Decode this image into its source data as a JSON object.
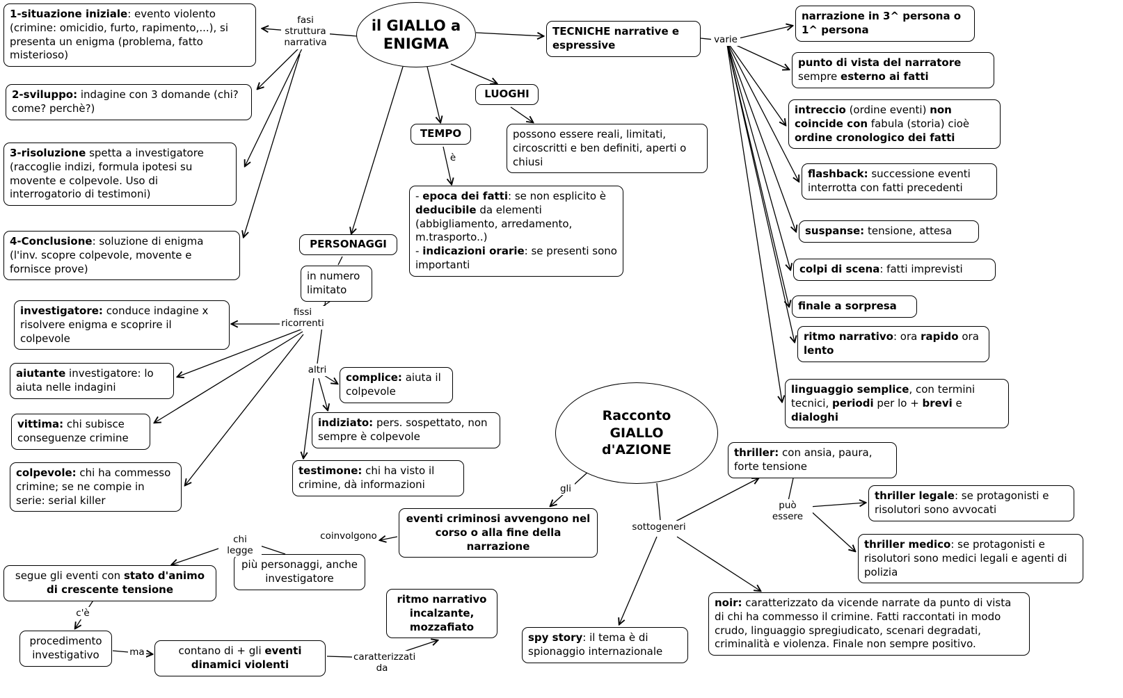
{
  "nodes": {
    "giallo": {
      "segments": [
        {
          "t": "il GIALLO a\nENIGMA",
          "b": true
        }
      ]
    },
    "fase1": {
      "segments": [
        {
          "t": "1-situazione iniziale",
          "b": true
        },
        {
          "t": ": evento violento (crimine: omicidio, furto, rapimento,...), si presenta un enigma (problema, fatto misterioso)",
          "b": false
        }
      ]
    },
    "fase2": {
      "segments": [
        {
          "t": "2-sviluppo:",
          "b": true
        },
        {
          "t": " indagine con 3 domande (chi? come? perchè?)",
          "b": false
        }
      ]
    },
    "fase3": {
      "segments": [
        {
          "t": "3-risoluzione",
          "b": true
        },
        {
          "t": " spetta a investigatore (raccoglie indizi, formula ipotesi su movente e colpevole. Uso di interrogatorio di testimoni)",
          "b": false
        }
      ]
    },
    "fase4": {
      "segments": [
        {
          "t": "4-Conclusione",
          "b": true
        },
        {
          "t": ": soluzione di enigma (l'inv. scopre colpevole, movente e fornisce prove)",
          "b": false
        }
      ]
    },
    "tecniche": {
      "segments": [
        {
          "t": "TECNICHE narrative e espressive",
          "b": true
        }
      ]
    },
    "narrazione": {
      "segments": [
        {
          "t": "narrazione in 3^ persona o 1^ persona",
          "b": true
        }
      ]
    },
    "punto_vista": {
      "segments": [
        {
          "t": "punto di vista del narratore",
          "b": true
        },
        {
          "t": " sempre ",
          "b": false
        },
        {
          "t": "esterno ai fatti",
          "b": true
        }
      ]
    },
    "intreccio": {
      "segments": [
        {
          "t": "intreccio",
          "b": true
        },
        {
          "t": " (ordine eventi) ",
          "b": false
        },
        {
          "t": "non coincide con",
          "b": true
        },
        {
          "t": " fabula (storia) cioè ",
          "b": false
        },
        {
          "t": "ordine cronologico dei fatti",
          "b": true
        }
      ]
    },
    "flashback": {
      "segments": [
        {
          "t": "flashback:",
          "b": true
        },
        {
          "t": " successione eventi interrotta con fatti precedenti",
          "b": false
        }
      ]
    },
    "suspanse": {
      "segments": [
        {
          "t": "suspanse:",
          "b": true
        },
        {
          "t": " tensione, attesa",
          "b": false
        }
      ]
    },
    "colpi_scena": {
      "segments": [
        {
          "t": "colpi di scena",
          "b": true
        },
        {
          "t": ": fatti imprevisti",
          "b": false
        }
      ]
    },
    "finale": {
      "segments": [
        {
          "t": "finale a sorpresa",
          "b": true
        }
      ]
    },
    "ritmo_narrativo": {
      "segments": [
        {
          "t": "ritmo narrativo",
          "b": true
        },
        {
          "t": ": ora ",
          "b": false
        },
        {
          "t": "rapido",
          "b": true
        },
        {
          "t": " ora ",
          "b": false
        },
        {
          "t": "lento",
          "b": true
        }
      ]
    },
    "linguaggio": {
      "segments": [
        {
          "t": "linguaggio semplice",
          "b": true
        },
        {
          "t": ", con termini tecnici, ",
          "b": false
        },
        {
          "t": "periodi",
          "b": true
        },
        {
          "t": " per lo + ",
          "b": false
        },
        {
          "t": "brevi",
          "b": true
        },
        {
          "t": " e ",
          "b": false
        },
        {
          "t": "dialoghi",
          "b": true
        }
      ]
    },
    "luoghi": {
      "segments": [
        {
          "t": "LUOGHI",
          "b": true
        }
      ]
    },
    "luoghi_desc": {
      "segments": [
        {
          "t": "possono essere reali, limitati, circoscritti e ben definiti, aperti o chiusi",
          "b": false
        }
      ]
    },
    "tempo": {
      "segments": [
        {
          "t": "TEMPO",
          "b": true
        }
      ]
    },
    "tempo_desc": {
      "segments": [
        {
          "t": "- ",
          "b": false
        },
        {
          "t": "epoca dei fatti",
          "b": true
        },
        {
          "t": ": se non esplicito  è ",
          "b": false
        },
        {
          "t": "deducibile",
          "b": true
        },
        {
          "t": " da elementi (abbigliamento, arredamento, m.trasporto..)\n- ",
          "b": false
        },
        {
          "t": "indicazioni orarie",
          "b": true
        },
        {
          "t": ": se presenti sono importanti",
          "b": false
        }
      ]
    },
    "personaggi": {
      "segments": [
        {
          "t": "PERSONAGGI",
          "b": true
        }
      ]
    },
    "in_numero": {
      "segments": [
        {
          "t": "in numero limitato",
          "b": false
        }
      ]
    },
    "investigatore": {
      "segments": [
        {
          "t": "investigatore:",
          "b": true
        },
        {
          "t": " conduce indagine x risolvere enigma e scoprire il colpevole",
          "b": false
        }
      ]
    },
    "aiutante": {
      "segments": [
        {
          "t": "aiutante",
          "b": true
        },
        {
          "t": " investigatore: lo aiuta nelle indagini",
          "b": false
        }
      ]
    },
    "vittima": {
      "segments": [
        {
          "t": "vittima:",
          "b": true
        },
        {
          "t": " chi subisce conseguenze crimine",
          "b": false
        }
      ]
    },
    "colpevole": {
      "segments": [
        {
          "t": "colpevole:",
          "b": true
        },
        {
          "t": " chi ha commesso crimine; se ne compie in serie: serial killer",
          "b": false
        }
      ]
    },
    "complice": {
      "segments": [
        {
          "t": "complice:",
          "b": true
        },
        {
          "t": " aiuta il colpevole",
          "b": false
        }
      ]
    },
    "indiziato": {
      "segments": [
        {
          "t": "indiziato:",
          "b": true
        },
        {
          "t": " pers. sospettato, non sempre è colpevole",
          "b": false
        }
      ]
    },
    "testimone": {
      "segments": [
        {
          "t": "testimone:",
          "b": true
        },
        {
          "t": " chi ha visto il crimine, dà informazioni",
          "b": false
        }
      ]
    },
    "racconto": {
      "segments": [
        {
          "t": "Racconto\nGIALLO\nd'AZIONE",
          "b": true
        }
      ]
    },
    "eventi_criminosi": {
      "segments": [
        {
          "t": "eventi criminosi avvengono nel corso o alla fine della narrazione",
          "b": true
        }
      ]
    },
    "thriller": {
      "segments": [
        {
          "t": "thriller:",
          "b": true
        },
        {
          "t": " con ansia, paura, forte tensione",
          "b": false
        }
      ]
    },
    "thriller_legale": {
      "segments": [
        {
          "t": "thriller legale",
          "b": true
        },
        {
          "t": ": se protagonisti e risolutori sono avvocati",
          "b": false
        }
      ]
    },
    "thriller_medico": {
      "segments": [
        {
          "t": "thriller medico",
          "b": true
        },
        {
          "t": ": se protagonisti e risolutori sono medici legali e agenti di polizia",
          "b": false
        }
      ]
    },
    "noir": {
      "segments": [
        {
          "t": "noir:",
          "b": true
        },
        {
          "t": " caratterizzato da vicende narrate da punto di vista di chi ha commesso il crimine. Fatti raccontati in modo crudo, linguaggio spregiudicato, scenari degradati, criminalità e violenza. Finale non sempre positivo.",
          "b": false
        }
      ]
    },
    "spy_story": {
      "segments": [
        {
          "t": "spy story",
          "b": true
        },
        {
          "t": ": il tema è di spionaggio internazionale",
          "b": false
        }
      ]
    },
    "piu_personaggi": {
      "segments": [
        {
          "t": "più personaggi, anche investigatore",
          "b": false
        }
      ]
    },
    "segue": {
      "segments": [
        {
          "t": "segue gli eventi con ",
          "b": false
        },
        {
          "t": "stato d'animo di crescente tensione",
          "b": true
        }
      ]
    },
    "procedimento": {
      "segments": [
        {
          "t": "procedimento investigativo",
          "b": false
        }
      ]
    },
    "contano": {
      "segments": [
        {
          "t": "contano di + gli ",
          "b": false
        },
        {
          "t": "eventi dinamici violenti",
          "b": true
        }
      ]
    },
    "ritmo_incalzante": {
      "segments": [
        {
          "t": "ritmo narrativo incalzante, mozzafiato",
          "b": true
        }
      ]
    }
  },
  "labels": {
    "fasi": "fasi\nstruttura\nnarrativa",
    "varie": "varie",
    "e": "è",
    "fissi": "fissi\nricorrenti",
    "altri": "altri",
    "gli": "gli",
    "sottogeneri": "sottogeneri",
    "puo_essere": "può essere",
    "chi_legge": "chi legge",
    "coinvolgono": "coinvolgono",
    "ce": "c'è",
    "ma": "ma",
    "caratterizzati_da": "caratterizzati\nda"
  },
  "colors": {
    "line": "#000000",
    "border": "#000000",
    "background": "#ffffff",
    "text": "#000000"
  }
}
